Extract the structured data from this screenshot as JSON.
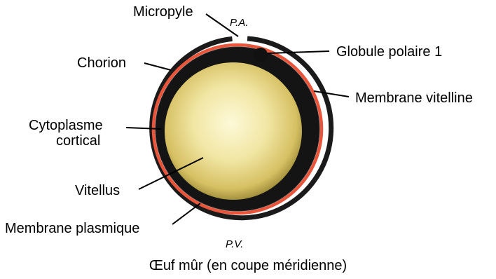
{
  "labels": {
    "micropyle": "Micropyle",
    "pole_animal": "P.A.",
    "globule": "Globule polaire 1",
    "chorion": "Chorion",
    "membrane_vitelline": "Membrane vitelline",
    "cytoplasme_line1": "Cytoplasme",
    "cytoplasme_line2": "cortical",
    "vitellus": "Vitellus",
    "membrane_plasmique": "Membrane plasmique",
    "pole_vegetatif": "P.V."
  },
  "caption": "Œuf mûr (en coupe méridienne)",
  "colors": {
    "chorion": "#1a1a1a",
    "membrane_vitelline": "#e8553a",
    "cytoplasme": "#141414",
    "vitellus_center": "#fbf6cf",
    "vitellus_edge": "#c9b347",
    "globule": "#111111"
  }
}
